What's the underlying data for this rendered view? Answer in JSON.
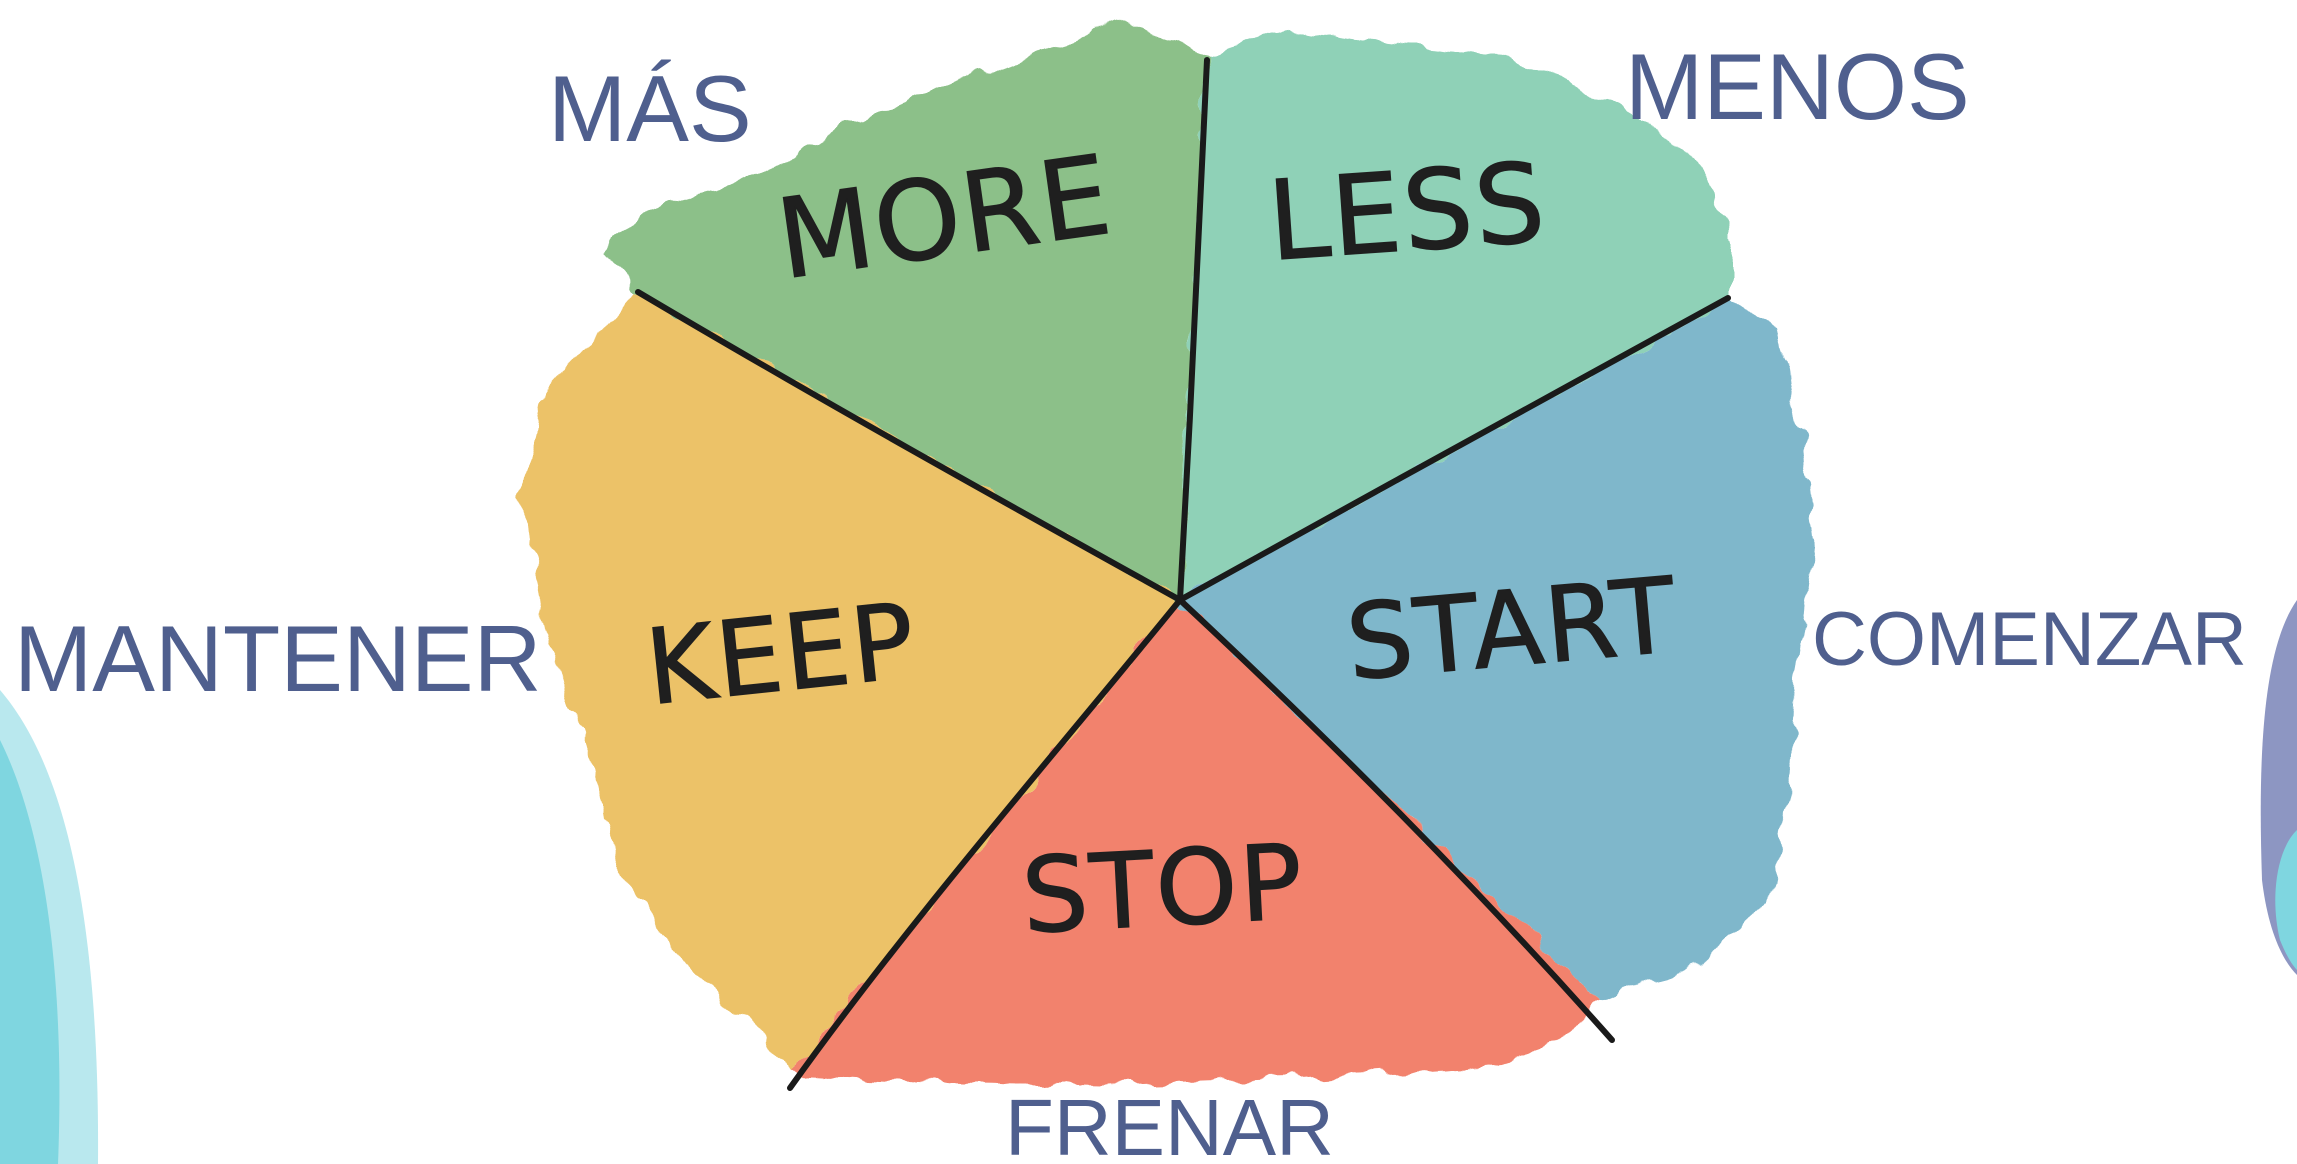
{
  "colors": {
    "more": "#8cc089",
    "less": "#8fd1b7",
    "start": "#7fb7cb",
    "stop": "#f2826d",
    "keep": "#ecc268",
    "divider": "#1a1a1a",
    "label_text": "#4f5f8e",
    "deco_teal": "#7fd6e0",
    "deco_teal_light": "#b9e8ee",
    "deco_purple": "#8d96c2"
  },
  "segments": {
    "more": {
      "en": "MORE",
      "es": "MÁS"
    },
    "less": {
      "en": "LESS",
      "es": "MENOS"
    },
    "keep": {
      "en": "KEEP",
      "es": "MANTENER"
    },
    "start": {
      "en": "START",
      "es": "COMENZAR"
    },
    "stop": {
      "en": "STOP",
      "es": "FRENAR"
    }
  }
}
